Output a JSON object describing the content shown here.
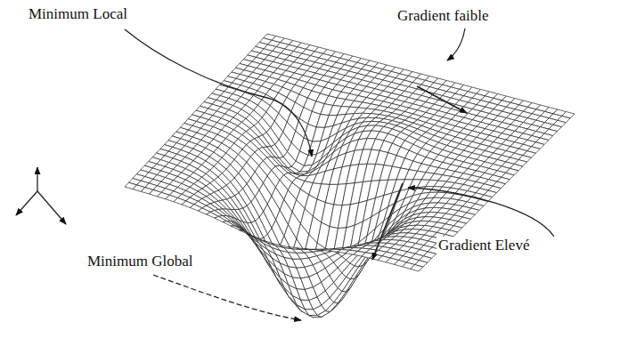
{
  "diagram": {
    "labels": [
      "Minimum Local",
      "Gradient faible",
      "Minimum Global",
      "Gradient Elevé"
    ]
  }
}
